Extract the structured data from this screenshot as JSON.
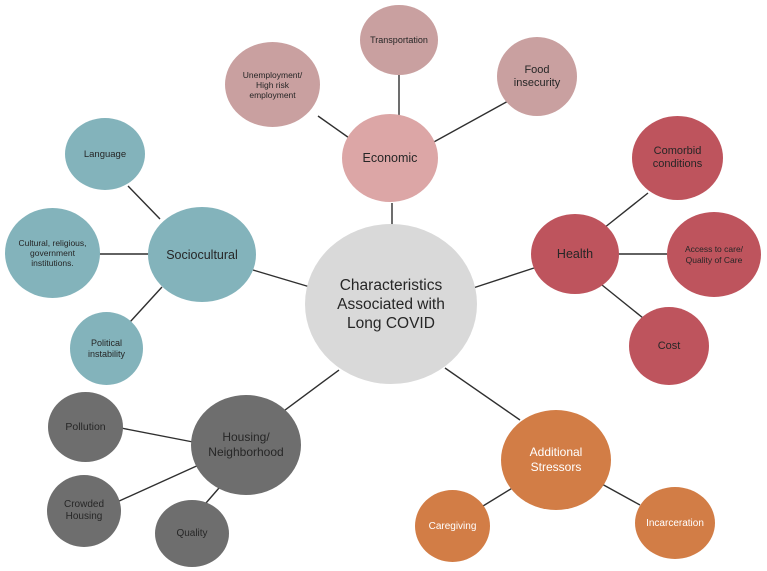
{
  "colors": {
    "center": "#d9d9d9",
    "economic_hub": "#dca6a6",
    "economic_leaf": "#c9a0a0",
    "health": "#be545d",
    "sociocultural": "#83b3bb",
    "housing": "#6e6e6e",
    "stressors": "#d27d46",
    "line": "#2f2f2f",
    "text_dark": "#262626"
  },
  "center": {
    "label": "Characteristics\nAssociated with\nLong COVID"
  },
  "economic": {
    "hub": "Economic",
    "unemployment": "Unemployment/\nHigh risk\nemployment",
    "transportation": "Transportation",
    "food": "Food\ninsecurity"
  },
  "health": {
    "hub": "Health",
    "comorbid": "Comorbid\nconditions",
    "access": "Access to care/\nQuality of Care",
    "cost": "Cost"
  },
  "sociocultural": {
    "hub": "Sociocultural",
    "language": "Language",
    "cultural": "Cultural, religious,\ngovernment\ninstitutions.",
    "political": "Political\ninstability"
  },
  "housing": {
    "hub": "Housing/\nNeighborhood",
    "pollution": "Pollution",
    "crowded": "Crowded\nHousing",
    "quality": "Quality"
  },
  "stressors": {
    "hub": "Additional\nStressors",
    "caregiving": "Caregiving",
    "incarceration": "Incarceration"
  }
}
